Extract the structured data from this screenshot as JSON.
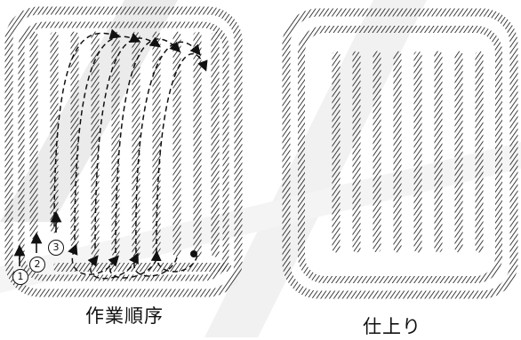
{
  "figure": {
    "left_caption": "作業順序",
    "right_caption": "仕上り",
    "step_labels": [
      "1",
      "2",
      "3"
    ],
    "colors": {
      "ink": "#111111",
      "background": "#ffffff",
      "watermark": "#dcdcdc"
    }
  }
}
